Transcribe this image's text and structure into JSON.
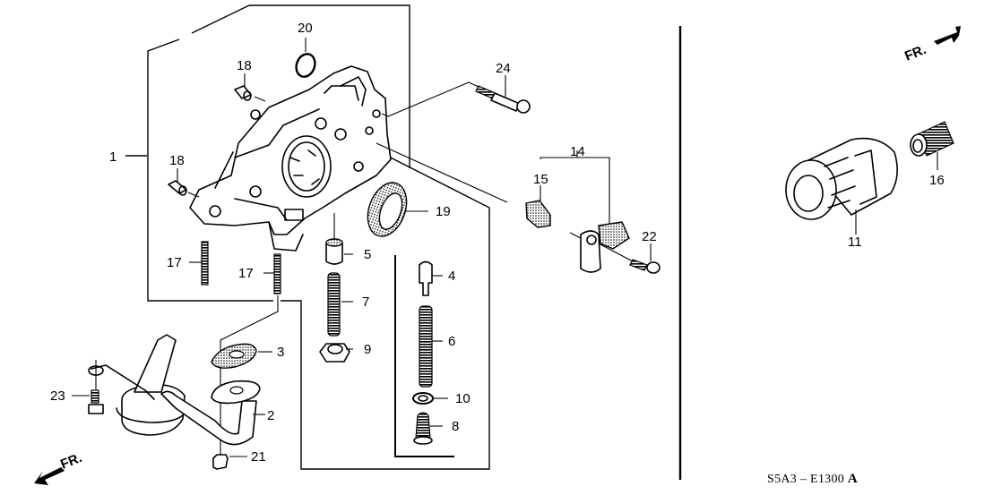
{
  "diagram": {
    "title_code": "S5A3 – E1300",
    "revision": "A",
    "front_marker": "FR.",
    "callouts": {
      "c1": "1",
      "c2": "2",
      "c3": "3",
      "c4": "4",
      "c5": "5",
      "c6": "6",
      "c7": "7",
      "c8": "8",
      "c9": "9",
      "c10": "10",
      "c11": "11",
      "c14": "14",
      "c15": "15",
      "c16": "16",
      "c17a": "17",
      "c17b": "17",
      "c18a": "18",
      "c18b": "18",
      "c19": "19",
      "c20": "20",
      "c21": "21",
      "c22": "22",
      "c23": "23",
      "c24": "24"
    }
  }
}
